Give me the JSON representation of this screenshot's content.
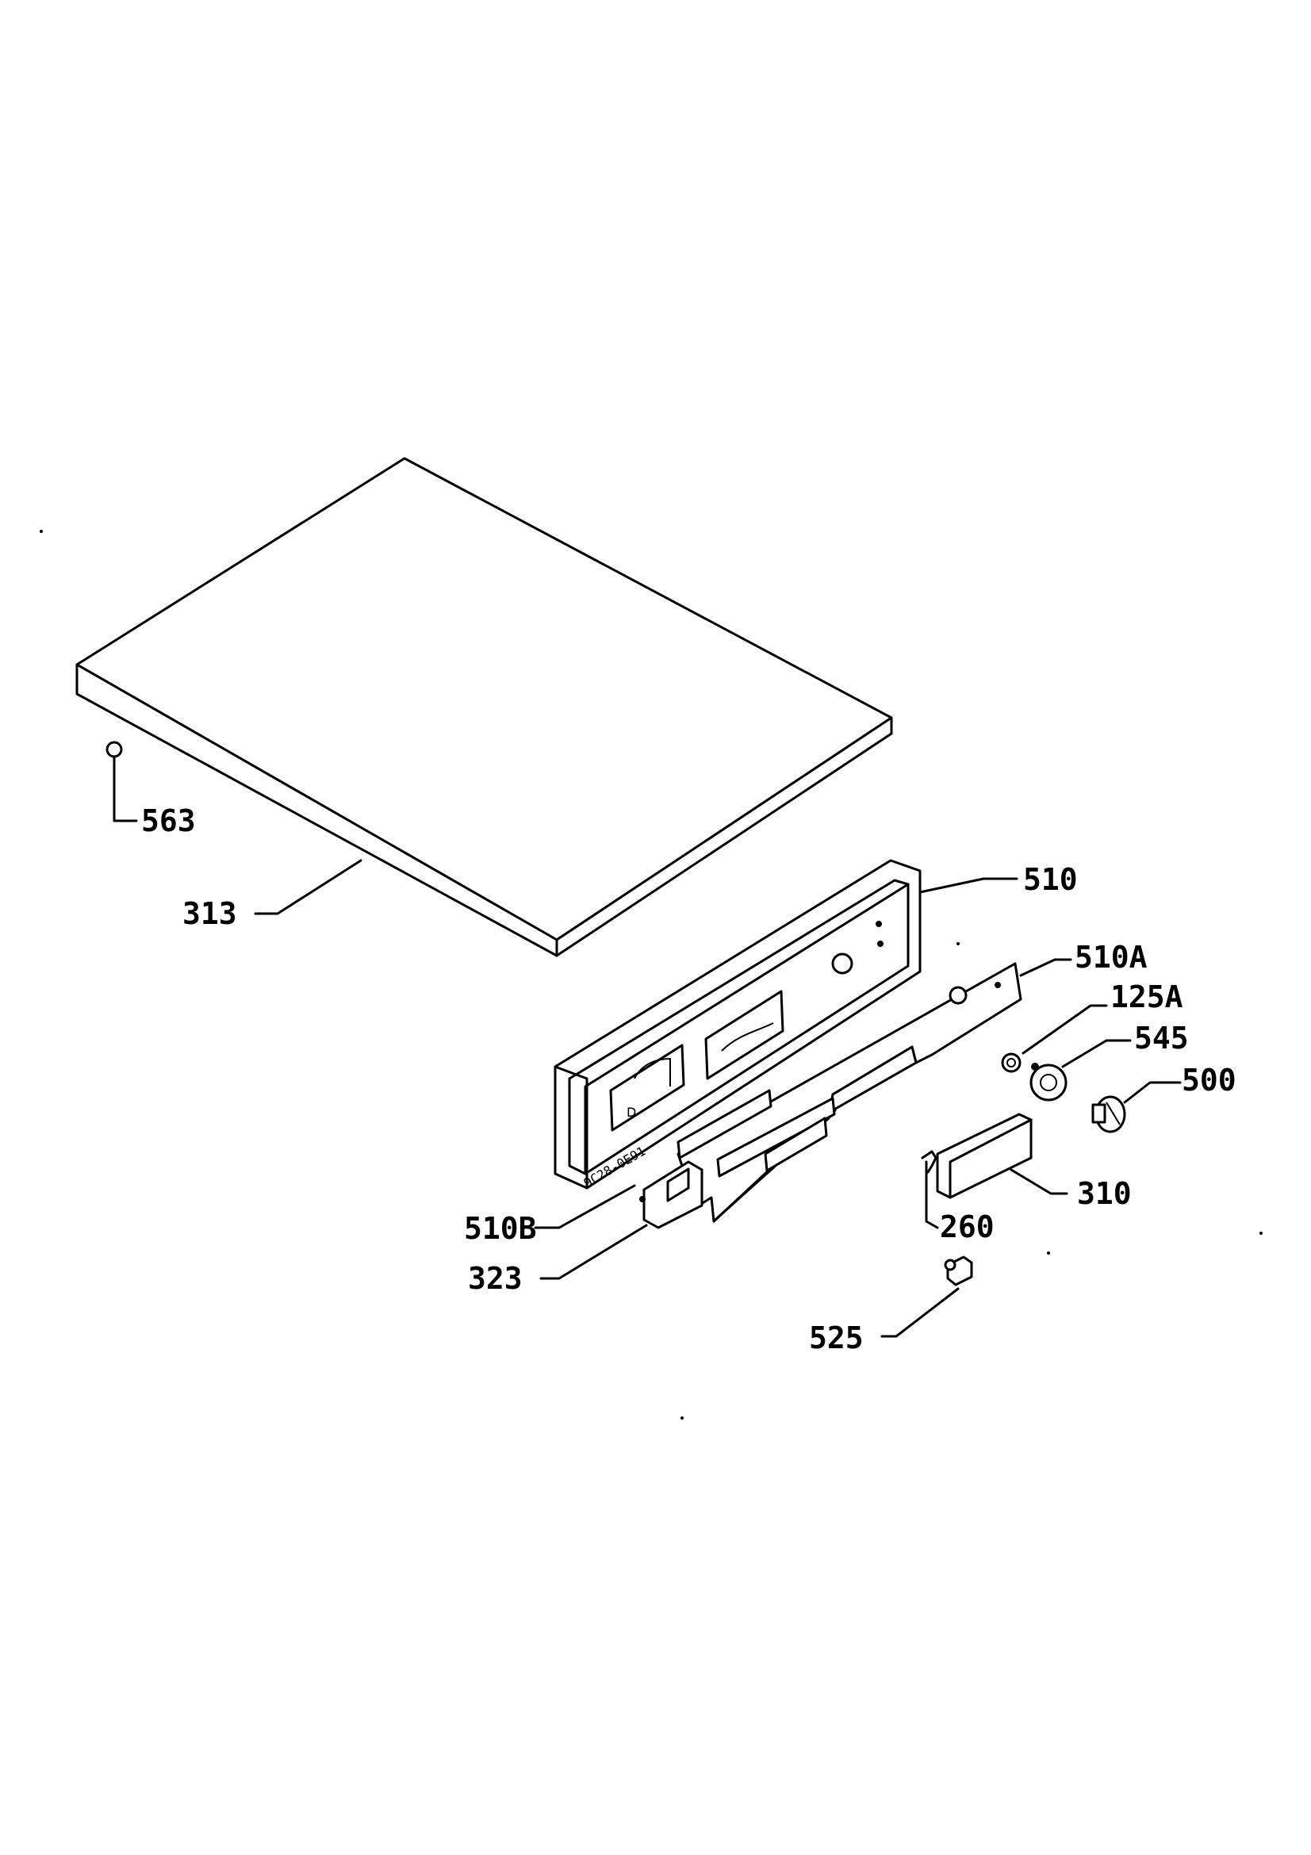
{
  "callouts": {
    "c563": "563",
    "c313": "313",
    "c510": "510",
    "c510a": "510A",
    "c125a": "125A",
    "c545": "545",
    "c500": "500",
    "c310": "310",
    "c510b": "510B",
    "c260": "260",
    "c323": "323",
    "c525": "525"
  }
}
